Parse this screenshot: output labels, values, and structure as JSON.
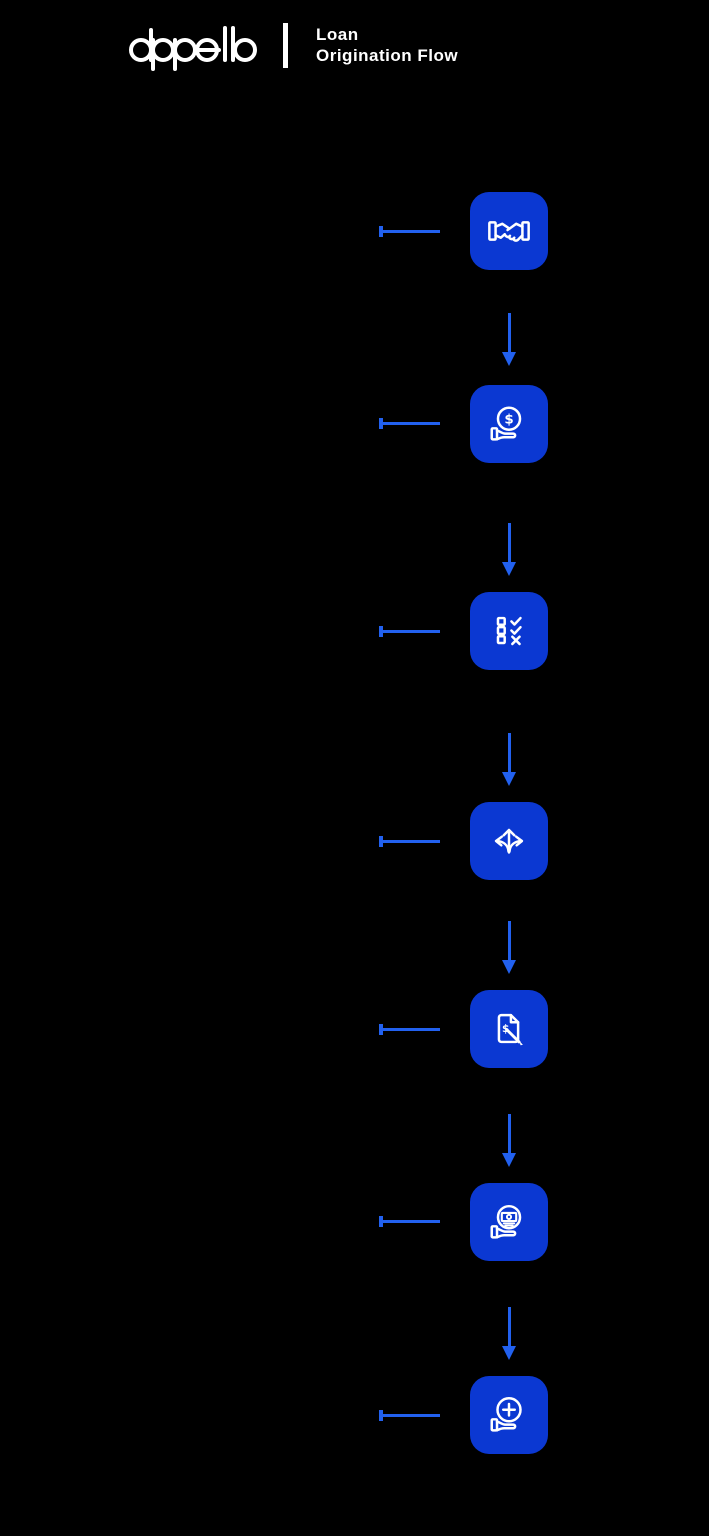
{
  "header": {
    "brand": "appello",
    "title_line1": "Loan",
    "title_line2": "Origination Flow"
  },
  "colors": {
    "background": "#000000",
    "tile": "#0B38D2",
    "connector": "#2261EF",
    "icon": "#FFFFFF",
    "text": "#FFFFFF"
  },
  "flow": {
    "direction": "vertical",
    "step_count": 7,
    "steps": [
      {
        "icon": "handshake-icon"
      },
      {
        "icon": "hand-holding-dollar-coin-icon"
      },
      {
        "icon": "checklist-icon"
      },
      {
        "icon": "decision-split-arrows-icon"
      },
      {
        "icon": "loan-document-signing-icon"
      },
      {
        "icon": "hand-holding-cash-icon"
      },
      {
        "icon": "hand-holding-plus-icon"
      }
    ]
  }
}
